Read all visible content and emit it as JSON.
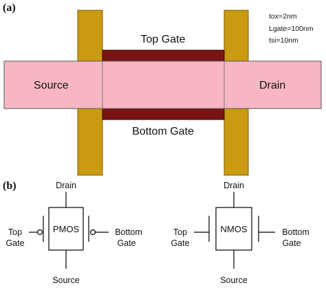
{
  "panel_a": {
    "label": "(a)",
    "params": [
      "tox=2nm",
      "Lgate=100nm",
      "tsi=10nm"
    ],
    "source": "Source",
    "drain": "Drain",
    "top_gate": "Top Gate",
    "bottom_gate": "Bottom Gate",
    "colors": {
      "silicon": "#f7b6c2",
      "gate": "#7a1414",
      "contact": "#c99a12"
    }
  },
  "panel_b": {
    "label": "(b)",
    "pmos": {
      "name": "PMOS",
      "drain": "Drain",
      "source": "Source",
      "left_gate": [
        "Top",
        "Gate"
      ],
      "right_gate": [
        "Bottom",
        "Gate"
      ]
    },
    "nmos": {
      "name": "NMOS",
      "drain": "Drain",
      "source": "Source",
      "left_gate": [
        "Top",
        "Gate"
      ],
      "right_gate": [
        "Bottom",
        "Gate"
      ]
    }
  }
}
